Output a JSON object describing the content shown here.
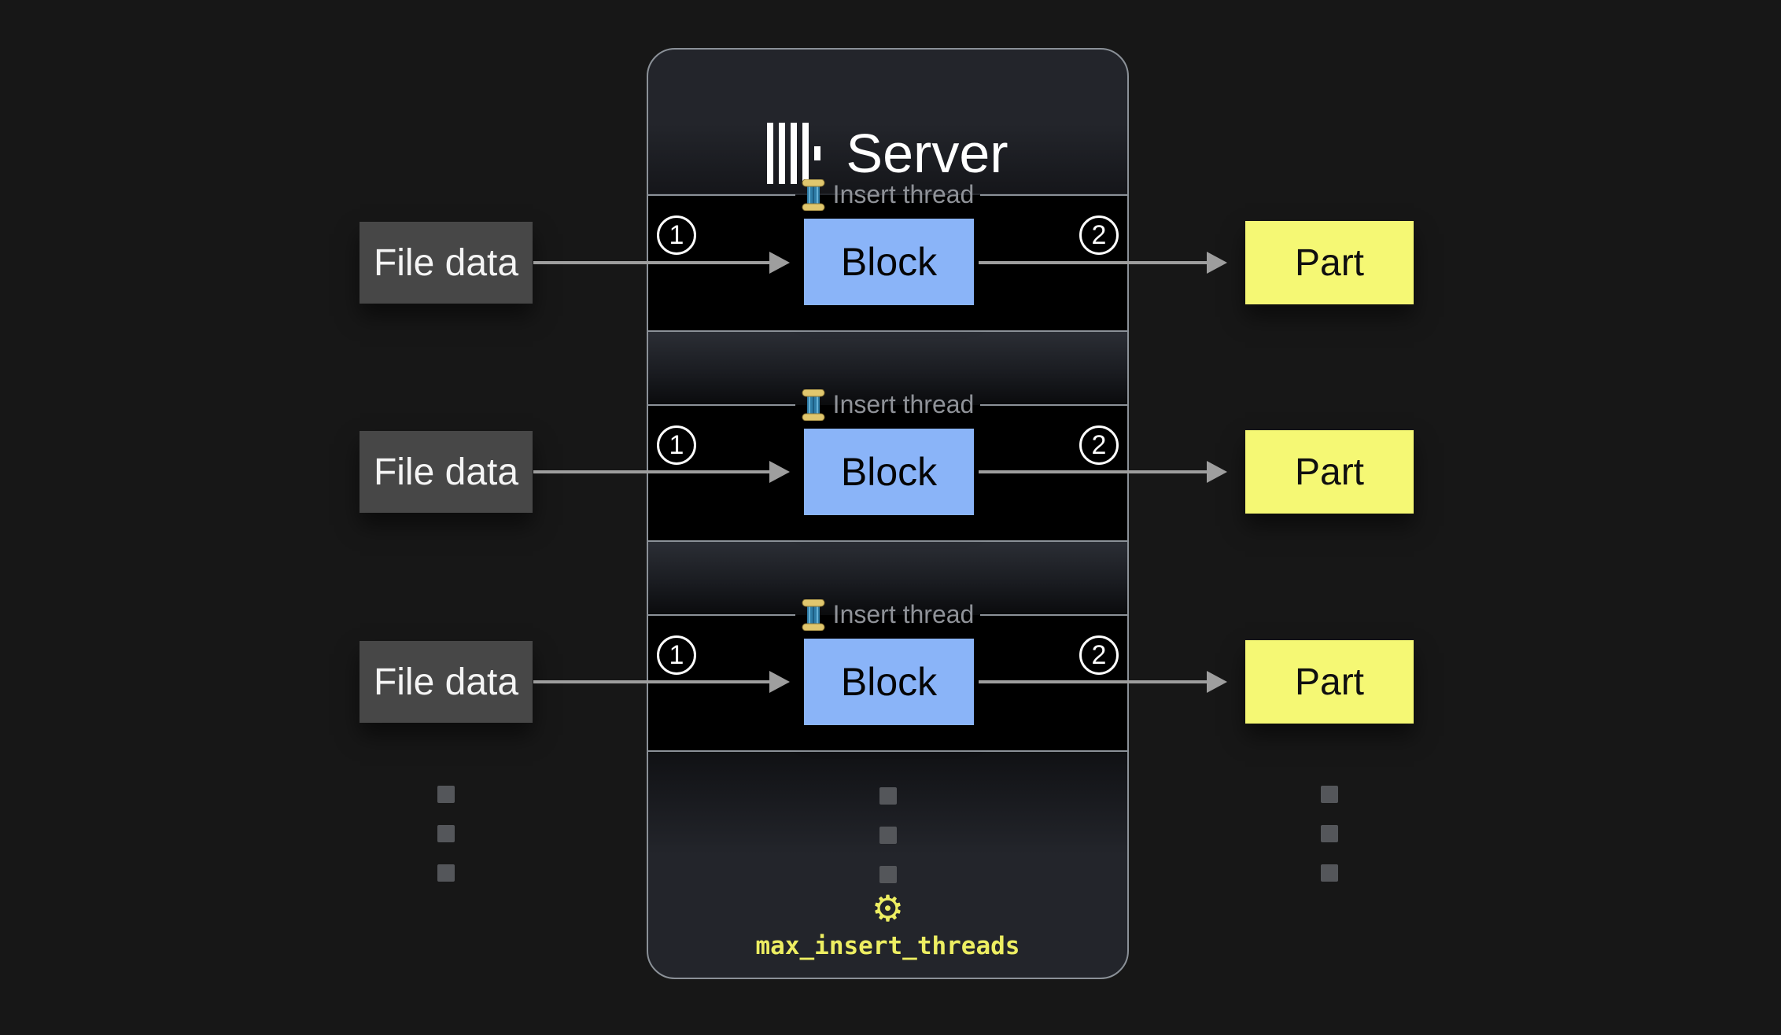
{
  "server": {
    "title": "Server",
    "logo": "clickhouse-logo",
    "gear_glyph": "⚙",
    "param_label": "max_insert_threads"
  },
  "rows": [
    {
      "input": "File data",
      "thread_label": "Insert thread",
      "step_in": "1",
      "block": "Block",
      "step_out": "2",
      "output": "Part"
    },
    {
      "input": "File data",
      "thread_label": "Insert thread",
      "step_in": "1",
      "block": "Block",
      "step_out": "2",
      "output": "Part"
    },
    {
      "input": "File data",
      "thread_label": "Insert thread",
      "step_in": "1",
      "block": "Block",
      "step_out": "2",
      "output": "Part"
    }
  ],
  "colors": {
    "page_bg": "#171717",
    "server_bg": "#23252b",
    "row_bg": "#000000",
    "border_gray": "#8b9198",
    "arrow_gray": "#9e9e9e",
    "block_blue": "#8ab4f8",
    "part_yellow": "#f5f874",
    "input_gray": "#474747",
    "accent_yellow": "#edee62",
    "muted_text": "#8f9298"
  }
}
